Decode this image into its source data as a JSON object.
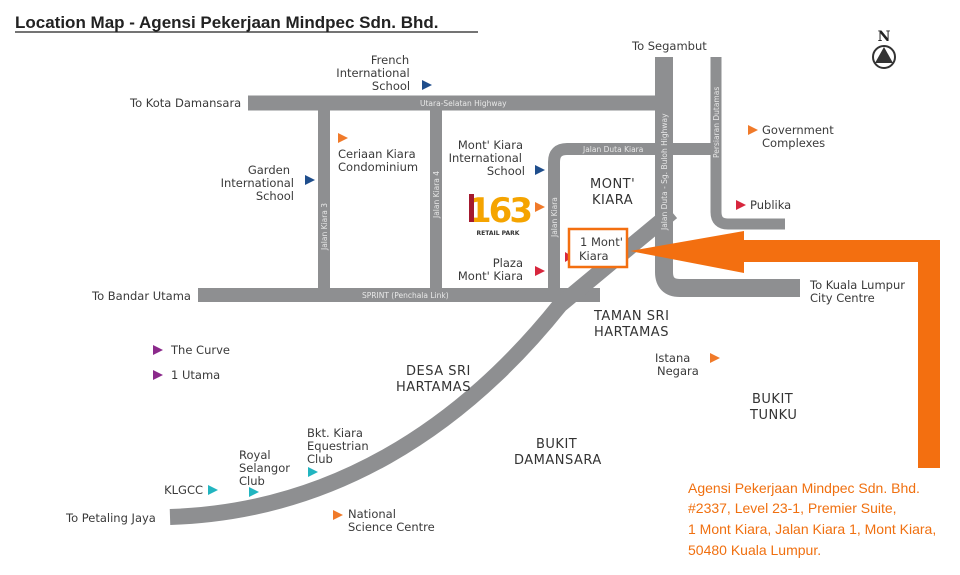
{
  "title": "Location Map - Agensi Pekerjaan Mindpec Sdn. Bhd.",
  "compass": "N",
  "colors": {
    "road": "#8e8f91",
    "accent": "#f36f10",
    "blue": "#1f4e8c",
    "orange": "#f07a2a",
    "red": "#d7263d",
    "purple": "#8b2a8b",
    "teal": "#22b5c0"
  },
  "roads": {
    "utara": "Utara-Selatan Highway",
    "kiara3": "Jalan Kiara 3",
    "kiara4": "Jalan Kiara 4",
    "sprint": "SPRINT (Penchala Link)",
    "duto_kiara": "Jalan Duta Kiara",
    "jalan_kiara": "Jalan Kiara",
    "duta_highway": "Jalan Duta - Sg. Buloh Highway",
    "dutamas": "Persiaran Dutamas"
  },
  "directions": {
    "segambut": "To Segambut",
    "kota": "To Kota Damansara",
    "bandar": "To Bandar Utama",
    "petaling": "To Petaling Jaya",
    "kl": [
      "To Kuala Lumpur",
      "City Centre"
    ]
  },
  "areas": {
    "montkiara": [
      "MONT'",
      "KIARA"
    ],
    "taman": [
      "TAMAN SRI",
      "HARTAMAS"
    ],
    "desa": [
      "DESA SRI",
      "HARTAMAS"
    ],
    "bukit_tunku": [
      "BUKIT",
      "TUNKU"
    ],
    "bukit_dam": [
      "BUKIT",
      "DAMANSARA"
    ]
  },
  "places": {
    "french": [
      "French",
      "International",
      "School"
    ],
    "garden": [
      "Garden",
      "International",
      "School"
    ],
    "ceriaan": [
      "Ceriaan Kiara",
      "Condominium"
    ],
    "mkis": [
      "Mont' Kiara",
      "International",
      "School"
    ],
    "retail": {
      "number": "163",
      "sub": "RETAIL PARK"
    },
    "plaza": [
      "Plaza",
      "Mont' Kiara"
    ],
    "onemont": [
      "1 Mont'",
      "Kiara"
    ],
    "gov": [
      "Government",
      "Complexes"
    ],
    "publika": "Publika",
    "curve": "The Curve",
    "utama": "1 Utama",
    "istana": [
      "Istana",
      "Negara"
    ],
    "klgcc": "KLGCC",
    "royal": [
      "Royal",
      "Selangor",
      "Club"
    ],
    "bkt": [
      "Bkt. Kiara",
      "Equestrian",
      "Club"
    ],
    "science": [
      "National",
      "Science Centre"
    ]
  },
  "address": [
    "Agensi Pekerjaan Mindpec Sdn. Bhd.",
    "#2337, Level 23-1, Premier Suite,",
    "1 Mont Kiara, Jalan Kiara 1, Mont Kiara,",
    "50480 Kuala Lumpur."
  ]
}
